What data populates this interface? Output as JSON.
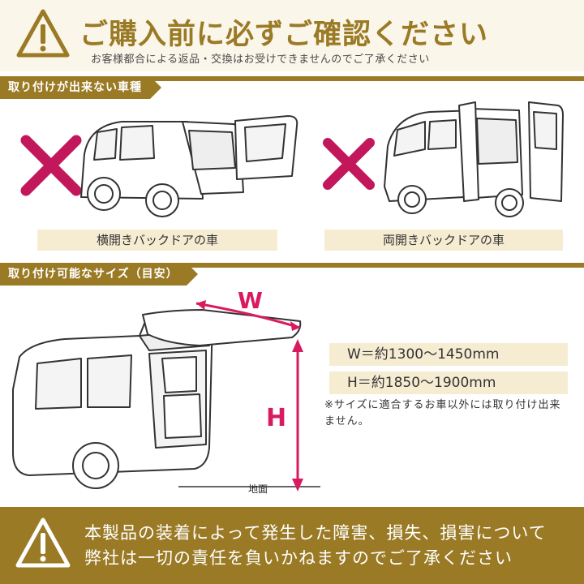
{
  "header": {
    "title": "ご購入前に必ずご確認ください",
    "subtitle": "お客様都合による返品・交換はお受けできませんのでご了承ください"
  },
  "section1": {
    "label": "取り付けが出来ない車種",
    "cars": [
      {
        "caption": "横開きバックドアの車"
      },
      {
        "caption": "両開きバックドアの車"
      }
    ]
  },
  "section2": {
    "label": "取り付け可能なサイズ（目安）",
    "w_mark": "W",
    "h_mark": "H",
    "ground_label": "地面",
    "specs": [
      "W＝約1300〜1450mm",
      "H＝約1850〜1900mm"
    ],
    "note": "※サイズに適合するお車以外には取り付け出来ません。"
  },
  "footer": {
    "line1": "本製品の装着によって発生した障害、損失、損害について",
    "line2": "弊社は一切の責任を負いかねますのでご了承ください"
  },
  "colors": {
    "gold": "#9a7a25",
    "cream": "#f5ecd2",
    "cross": "#c2185b",
    "measure": "#d81b60"
  },
  "icons": [
    "warning-icon",
    "cross-icon"
  ]
}
